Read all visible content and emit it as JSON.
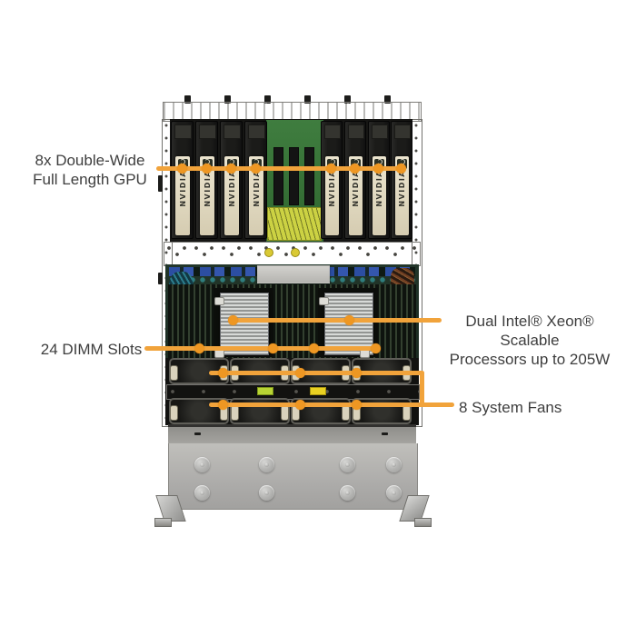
{
  "page": {
    "background": "#ffffff"
  },
  "callouts": {
    "line_color": "#F1A33B",
    "dot_color": "#EE9723",
    "text_color": "#3e3e3e",
    "gpu": {
      "line1": "8x Double-Wide",
      "line2": "Full Length GPU"
    },
    "cpu": {
      "line1": "Dual Intel® Xeon® Scalable",
      "line2": "Processors up to 205W"
    },
    "dimm": {
      "label": "24 DIMM Slots"
    },
    "fans": {
      "label": "8 System Fans"
    }
  },
  "server": {
    "gpu_brand": "NVIDIA",
    "gpu_count": 8,
    "fan_count": 8,
    "cpu_heatsink_count": 2
  }
}
